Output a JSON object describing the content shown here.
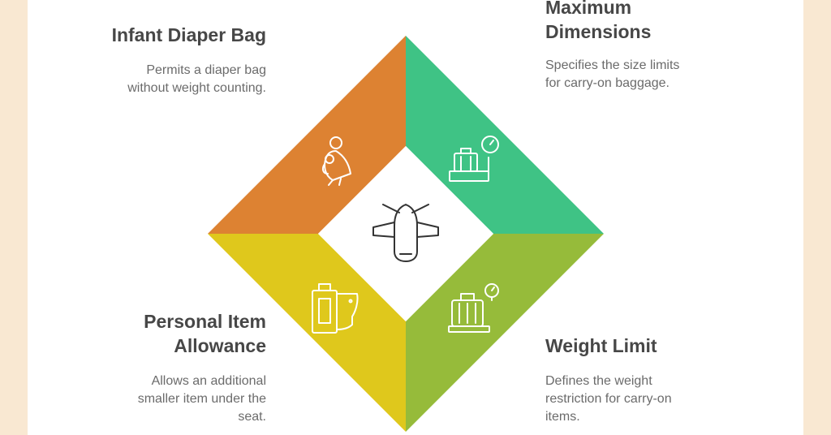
{
  "colors": {
    "background": "#f9e8d2",
    "orange": "#dd8232",
    "green": "#3fc385",
    "yellow": "#dfc81c",
    "lime": "#96bb3a",
    "icon_stroke": "#ffffff",
    "center_icon": "#333333"
  },
  "sections": {
    "infant": {
      "title": "Infant Diaper Bag",
      "desc": "Permits a diaper bag\nwithout weight counting.",
      "icon": "parent-holding-baby-icon"
    },
    "max_dimensions": {
      "title": "Maximum\nDimensions",
      "desc": "Specifies the size limits\nfor carry-on baggage.",
      "icon": "luggage-on-scale-icon"
    },
    "personal_item": {
      "title": "Personal Item\nAllowance",
      "desc": "Allows an additional\nsmaller item under the\nseat.",
      "icon": "bag-and-diaper-icon"
    },
    "weight_limit": {
      "title": "Weight Limit",
      "desc": "Defines the weight\nrestriction for carry-on\nitems.",
      "icon": "suitcase-weight-icon"
    }
  },
  "center": {
    "icon": "airplane-icon"
  }
}
